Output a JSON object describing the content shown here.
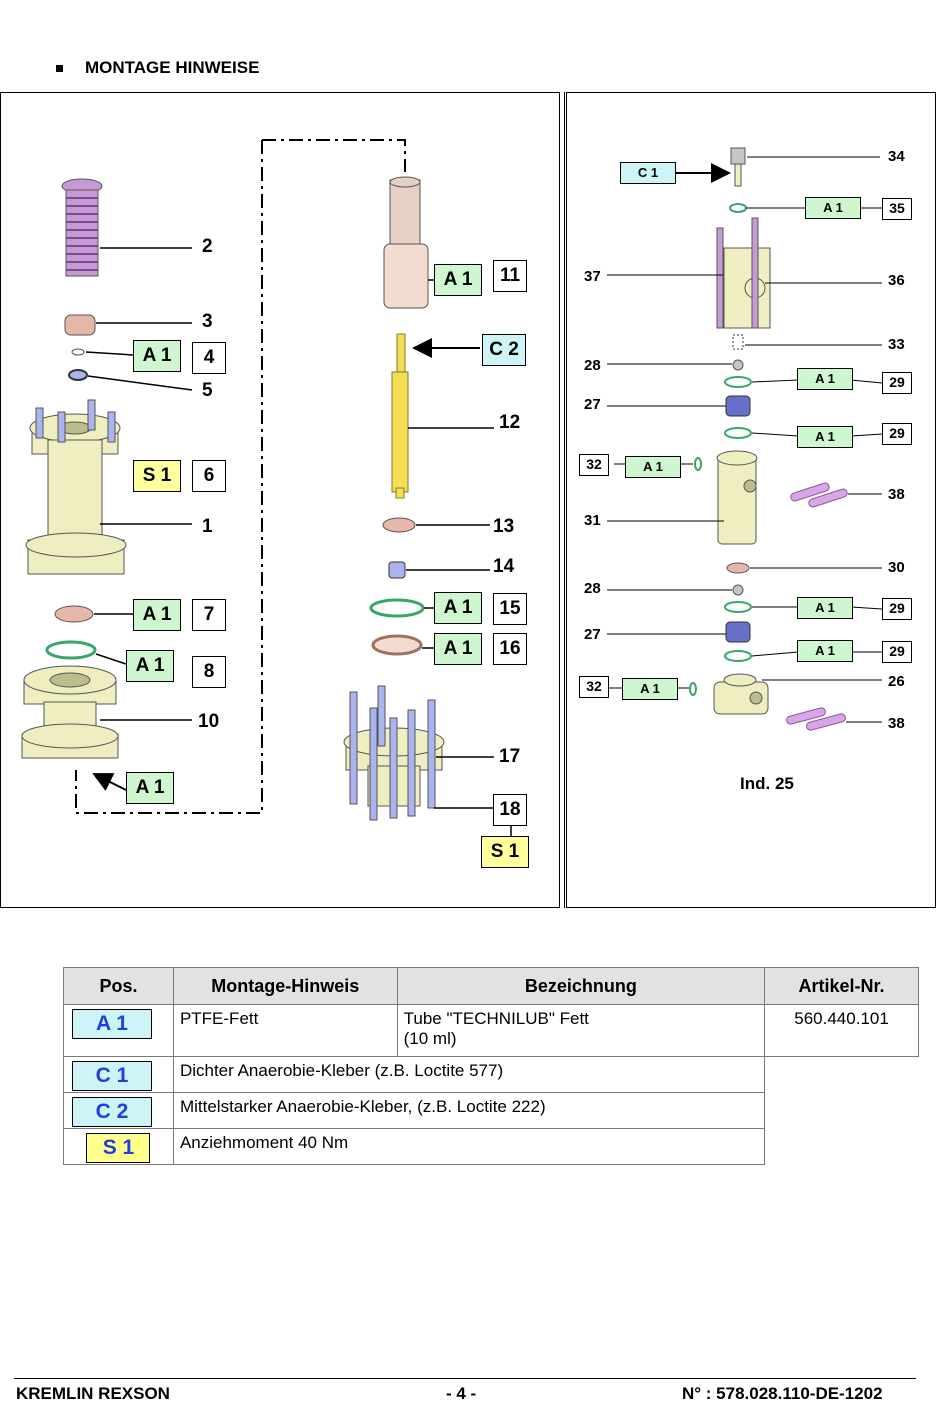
{
  "heading": "MONTAGE HINWEISE",
  "left_panel": {
    "labels": {
      "n2": "2",
      "n3": "3",
      "n5": "5",
      "n1": "1",
      "n10": "10",
      "n12": "12",
      "n13": "13",
      "n14": "14",
      "n17": "17"
    },
    "boxes": {
      "b4": "4",
      "b6": "6",
      "b7": "7",
      "b8": "8",
      "b11": "11",
      "b15": "15",
      "b16": "16",
      "b18": "18",
      "a_4": "A 1",
      "s_6": "S 1",
      "a_7": "A 1",
      "a_8": "A 1",
      "a_10": "A 1",
      "a_11": "A 1",
      "c_12": "C 2",
      "a_15": "A 1",
      "a_16": "A 1",
      "s_18": "S 1"
    }
  },
  "right_panel": {
    "labels": {
      "n34": "34",
      "n37": "37",
      "n36": "36",
      "n33": "33",
      "n28a": "28",
      "n27a": "27",
      "n38a": "38",
      "n31": "31",
      "n30": "30",
      "n28b": "28",
      "n27b": "27",
      "n26": "26",
      "n38b": "38",
      "ind": "Ind. 25"
    },
    "boxes": {
      "b35": "35",
      "b29a": "29",
      "b29b": "29",
      "b32a": "32",
      "b29c": "29",
      "b29d": "29",
      "b32b": "32",
      "c_34": "C 1",
      "a_35": "A 1",
      "a_29a": "A 1",
      "a_29b": "A 1",
      "a_32a": "A 1",
      "a_29c": "A 1",
      "a_29d": "A 1",
      "a_32b": "A 1"
    }
  },
  "legend": {
    "headers": [
      "Pos.",
      "Montage-Hinweis",
      "Bezeichnung",
      "Artikel-Nr."
    ],
    "rows": [
      {
        "code": "A 1",
        "note": "PTFE-Fett",
        "designation_1": "Tube \"TECHNILUB\" Fett",
        "designation_2": "(10 ml)",
        "article": "560.440.101"
      },
      {
        "code": "C 1",
        "note": "Dichter Anaerobie-Kleber (z.B. Loctite 577)"
      },
      {
        "code": "C 2",
        "note": "Mittelstarker Anaerobie-Kleber, (z.B. Loctite 222)"
      },
      {
        "code": "S 1",
        "note": "Anziehmoment 40 Nm"
      }
    ]
  },
  "footer": {
    "company": "KREMLIN REXSON",
    "page": "- 4 -",
    "doc_number": "N° :  578.028.110-DE-1202"
  },
  "colors": {
    "grease_box": "#cff7cf",
    "glue_box": "#cdf4f7",
    "torque_box": "#ffff9b",
    "part_body": "#efeec0",
    "part_screw": "#aab4ee",
    "part_oring": "#3aa56a",
    "part_spring": "#c79ad6",
    "part_seal": "#e6b7a9",
    "part_pin": "#f3de55",
    "legend_code_text": "#1f3fe0"
  }
}
